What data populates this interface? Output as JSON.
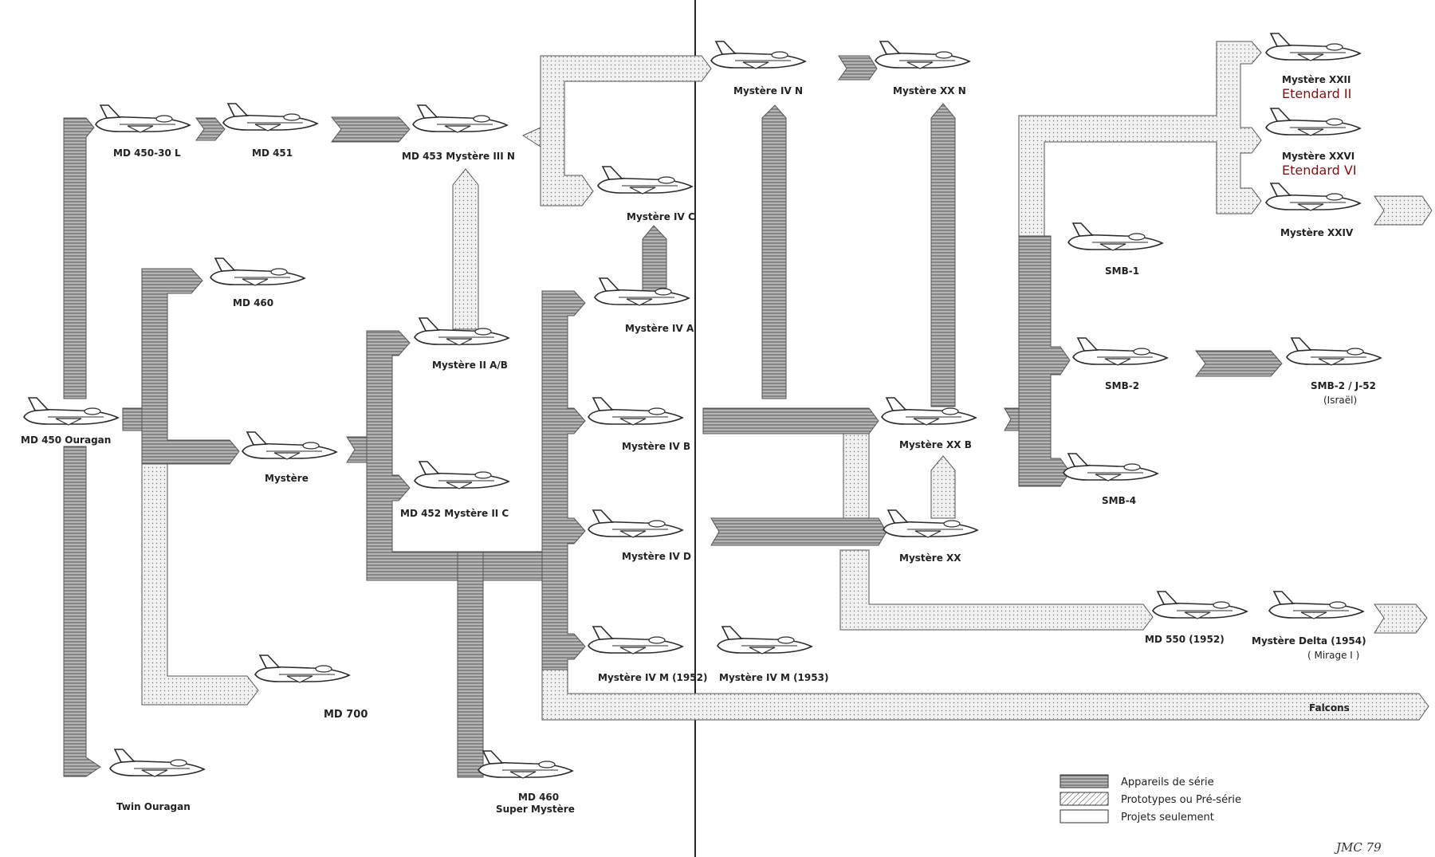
{
  "aircraft": {
    "md450_30l": "MD 450-30 L",
    "md451": "MD 451",
    "md453": "MD 453  Mystère III N",
    "mystere_ivn": "Mystère IV N",
    "mystere_xxn": "Mystère XX N",
    "mystere_xxii": "Mystère XXII",
    "etendard_ii": "Etendard II",
    "mystere_xxvi": "Mystère XXVI",
    "etendard_vi": "Etendard VI",
    "mystere_xxiv": "Mystère XXIV",
    "mystere_ivc": "Mystère IV C",
    "md460": "MD  460",
    "mystere_iva": "Mystère IV A",
    "smb1": "SMB-1",
    "mystere_iiab": "Mystère II A/B",
    "smb2": "SMB-2",
    "smb2_j52": "SMB-2 / J-52",
    "smb2_j52_sub": "(Israël)",
    "md450_ouragan": "MD 450 Ouragan",
    "mystere_ivb": "Mystère IV B",
    "mystere_xxb": "Mystère XX B",
    "mystere": "Mystère",
    "smb4": "SMB-4",
    "md452": "MD 452  Mystère II C",
    "mystere_ivd": "Mystère IV D",
    "mystere_xx": "Mystère XX",
    "md550": "MD 550 (1952)",
    "mystere_delta": "Mystère Delta (1954)",
    "mirage_i": "( Mirage I )",
    "mystere_ivm_1": "Mystère IV M (1952)",
    "mystere_ivm_2": "Mystère IV M (1953)",
    "md700": "MD 700",
    "falcons": "Falcons",
    "twin_ouragan": "Twin Ouragan",
    "md460_sm_1": "MD 460",
    "md460_sm_2": "Super Mystère"
  },
  "legend": {
    "serie": "Appareils de série",
    "prototypes": "Prototypes ou Pré-série",
    "projets": "Projets seulement"
  },
  "signature": "JMC 79",
  "colors": {
    "ink": "#2b2b2b",
    "serie_fill": "#9a9a9a",
    "proto_fill": "#e6e6e6",
    "annotation": "#7a1414"
  }
}
